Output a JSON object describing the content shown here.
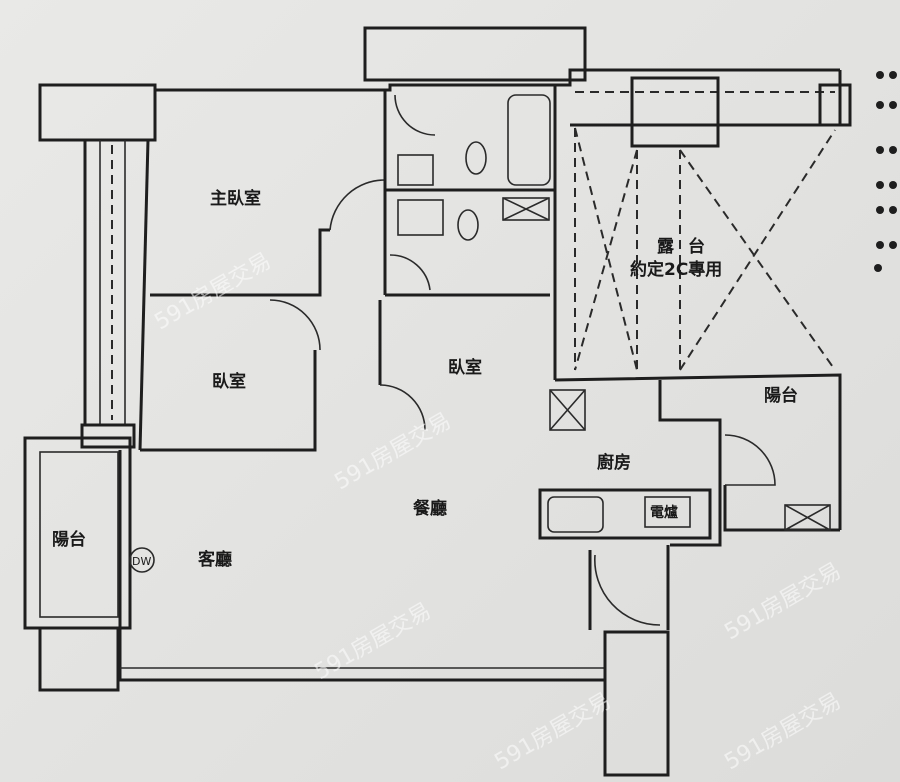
{
  "rooms": {
    "master_bedroom": "主臥室",
    "bedroom_left": "臥室",
    "bedroom_middle": "臥室",
    "terrace": "露台",
    "terrace_note": "約定2C專用",
    "balcony_right": "陽台",
    "kitchen": "廚房",
    "stove": "電爐",
    "dining": "餐廳",
    "living": "客廳",
    "balcony_left": "陽台",
    "dw": "DW"
  },
  "watermark": "591房屋交易"
}
